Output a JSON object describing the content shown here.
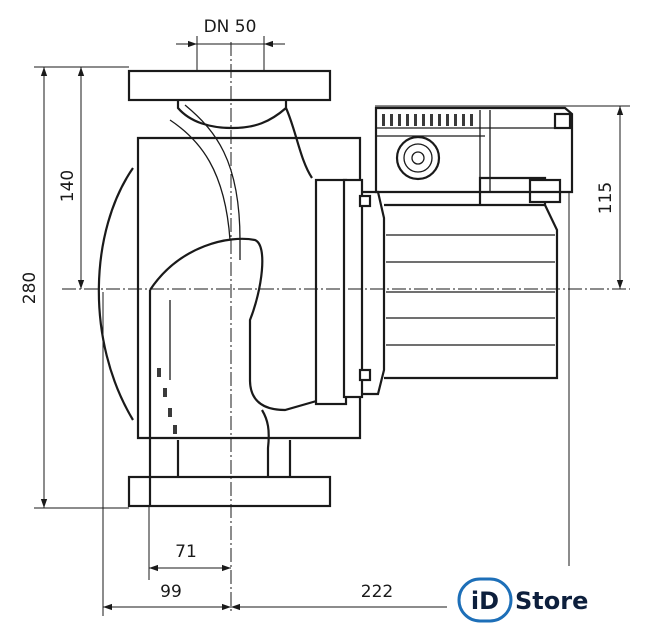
{
  "dimensions": {
    "dn": "DN 50",
    "d140": "140",
    "d280": "280",
    "d115": "115",
    "d71": "71",
    "d99": "99",
    "d222": "222"
  },
  "logo": {
    "left": "iD",
    "right": "Store",
    "colors": {
      "ring": "#1d6fb8",
      "text": "#0d1f3c"
    }
  }
}
